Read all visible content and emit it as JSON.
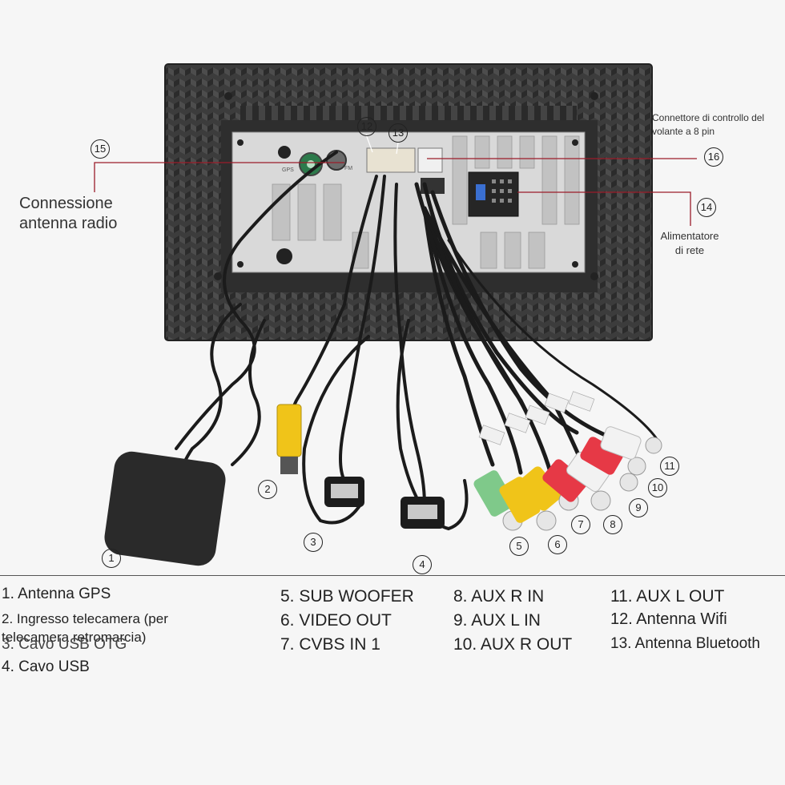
{
  "side_labels": {
    "radio_antenna": [
      "Connessione",
      "antenna radio"
    ],
    "steering_connector": [
      "Connettore di controllo del",
      "volante a 8 pin"
    ],
    "power": [
      "Alimentatore",
      "di rete"
    ]
  },
  "panel_text": {
    "gps_port": "GPS",
    "fm_port": "FM"
  },
  "callouts": [
    "1",
    "2",
    "3",
    "4",
    "5",
    "6",
    "7",
    "8",
    "9",
    "10",
    "11",
    "12",
    "13",
    "14",
    "15",
    "16"
  ],
  "legend": {
    "col1": [
      "1. Antenna GPS",
      "2. Ingresso telecamera (per",
      "telecamera retromarcia)",
      "3. Cavo USB OTG",
      "4. Cavo USB"
    ],
    "col2": [
      "5. SUB WOOFER",
      "6. VIDEO OUT",
      "7. CVBS IN 1"
    ],
    "col3": [
      "8. AUX R IN",
      "9. AUX L IN",
      "10. AUX R OUT"
    ],
    "col4": [
      "11. AUX L OUT",
      "12. Antenna Wifi",
      "13. Antenna Bluetooth"
    ]
  },
  "colors": {
    "leader_red": "#9b1c2a",
    "rca_yellow": "#f0c419",
    "rca_red": "#e63946",
    "rca_white": "#f2f2f2",
    "rca_green": "#7fc98a",
    "frame": "#3a3a3a",
    "panel": "#d8d8d8"
  }
}
